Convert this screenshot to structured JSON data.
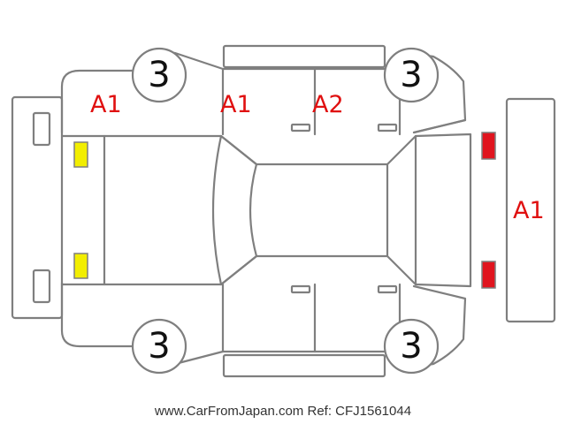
{
  "wheels": {
    "front_left": "3",
    "front_right": "3",
    "rear_left": "3",
    "rear_right": "3"
  },
  "damage_marks": {
    "front_left_fender": "A1",
    "front_left_door": "A1",
    "rear_left_door": "A2",
    "rear_bumper": "A1"
  },
  "lights": {
    "front_color": "#f2ee00",
    "rear_color": "#e0141e"
  },
  "footer": {
    "site": "www.CarFromJapan.com",
    "ref": "Ref: CFJ1561044"
  }
}
